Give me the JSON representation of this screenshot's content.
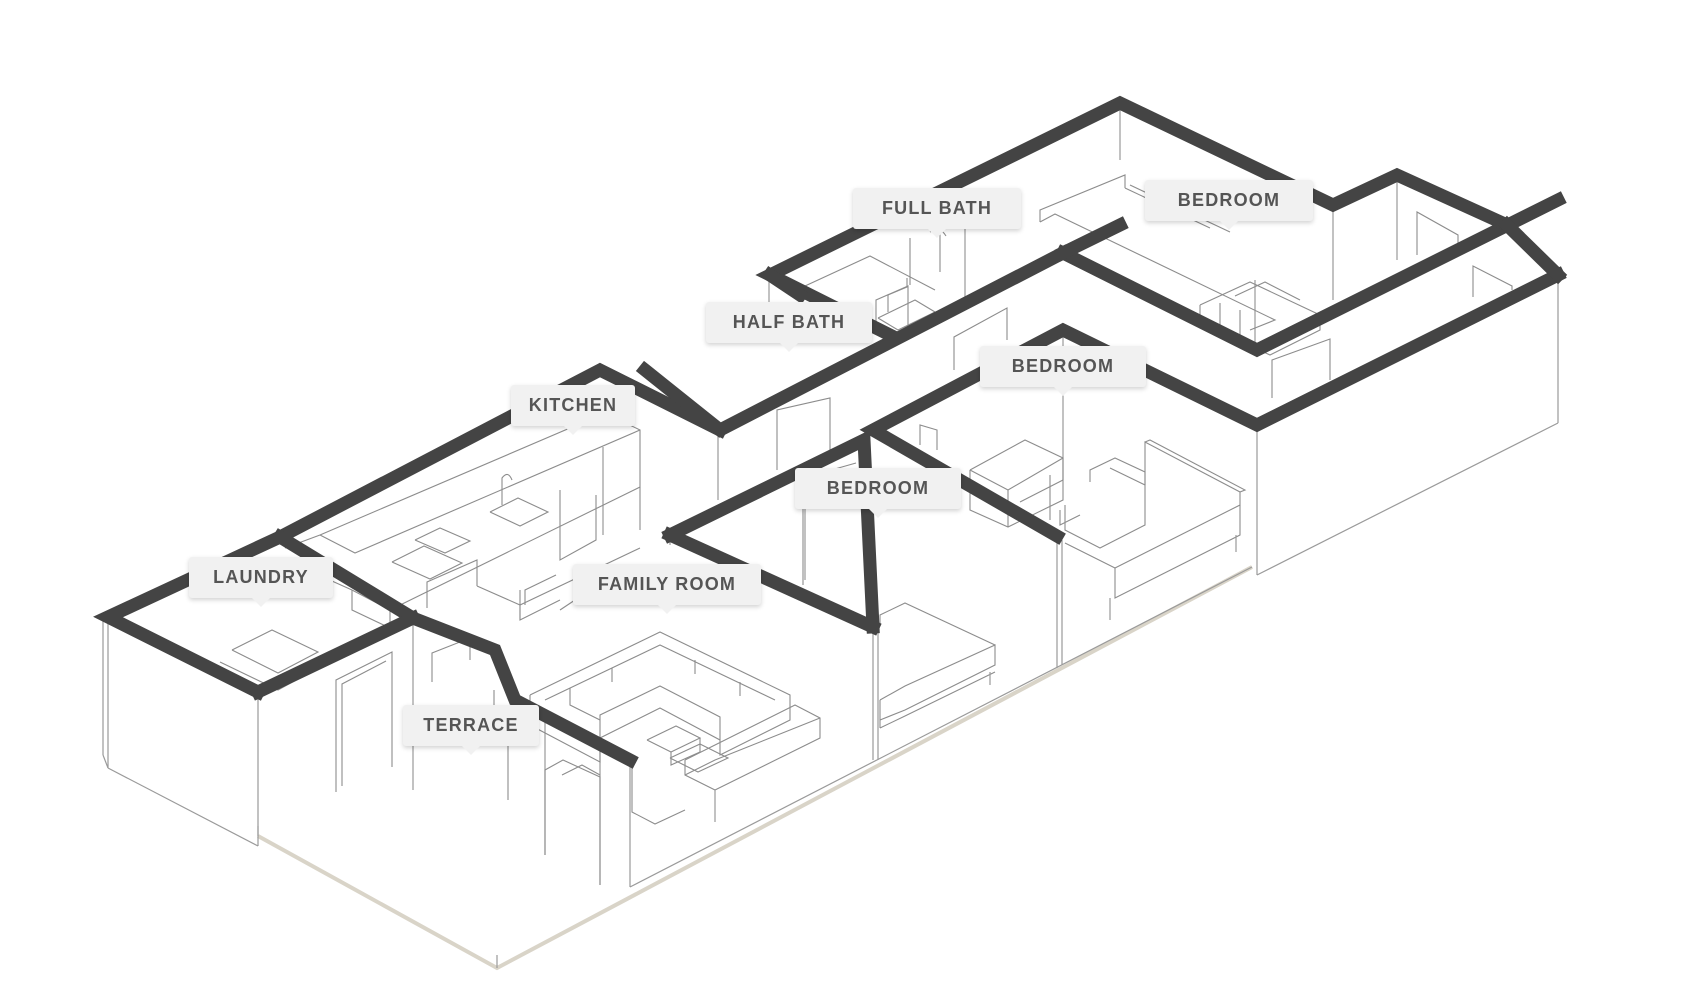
{
  "labels": {
    "full_bath": "FULL BATH",
    "bedroom_master": "BEDROOM",
    "half_bath": "HALF BATH",
    "bedroom_middle": "BEDROOM",
    "kitchen": "KITCHEN",
    "bedroom_front": "BEDROOM",
    "laundry": "LAUNDRY",
    "family_room": "FAMILY ROOM",
    "terrace": "TERRACE"
  },
  "colors": {
    "wall": "#444444",
    "line": "#9a9a9a",
    "floor_edge": "#d9d4c8",
    "label_bg": "#f1f1f1",
    "label_text": "#555555"
  }
}
